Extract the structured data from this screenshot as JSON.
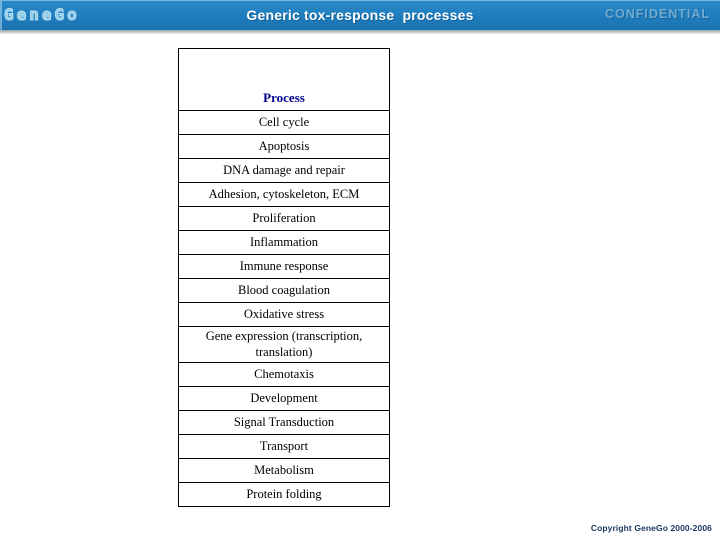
{
  "header": {
    "logo_text": "GeneGo",
    "title": "Generic tox-response  processes",
    "confidential_label": "CONFIDENTIAL",
    "bar_color": "#1f7dbe",
    "title_color": "#ffffff",
    "confidential_color": "#72abd1",
    "logo_color": "#b3e1f3"
  },
  "table": {
    "header": "Process",
    "header_color": "#00008b",
    "border_color": "#000000",
    "rows": [
      "Cell cycle",
      "Apoptosis",
      "DNA damage and repair",
      "Adhesion, cytoskeleton, ECM",
      "Proliferation",
      "Inflammation",
      "Immune response",
      "Blood coagulation",
      "Oxidative stress",
      "Gene expression (transcription, translation)",
      "Chemotaxis",
      "Development",
      "Signal Transduction",
      "Transport",
      "Metabolism",
      "Protein folding"
    ]
  },
  "footer": {
    "copyright": "Copyright GeneGo 2000-2006",
    "copyright_color": "#17375e"
  }
}
